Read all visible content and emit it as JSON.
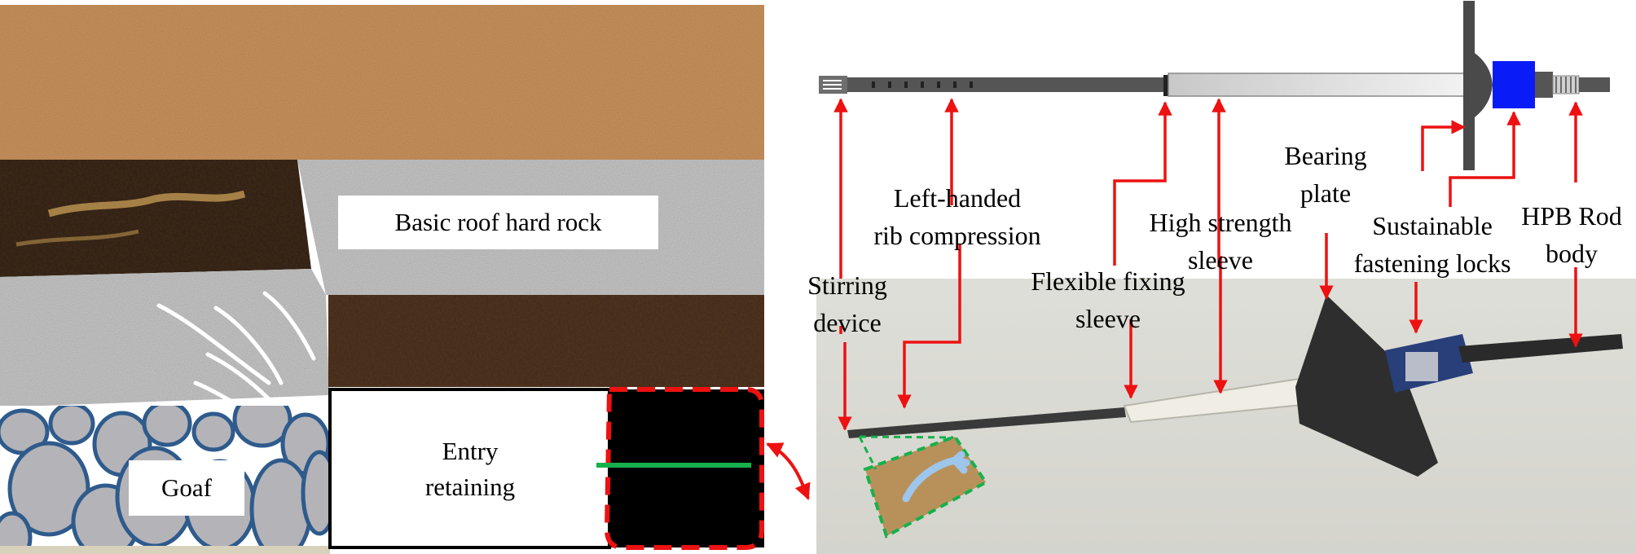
{
  "colors": {
    "overburden": "#c9925c",
    "coal_seam": "#3a2717",
    "roof_rock": "#c4c4c4",
    "immediate_roof": "#4e3320",
    "goaf_stone_fill": "#b4b4b8",
    "goaf_stone_edge": "#2e5a8c",
    "bolt_highlight": "#ee1111",
    "rod_line": "#16b14c",
    "arrow": "#ee1111",
    "nut_blue": "#0a1cf5",
    "photo_background": "#dcdcd6"
  },
  "left_panel": {
    "roof_label": "Basic roof hard rock",
    "goaf_label": "Goaf",
    "entry_label_line1": "Entry",
    "entry_label_line2": "retaining"
  },
  "right_panel": {
    "labels": {
      "stirring_line1": "Stirring",
      "stirring_line2": "device",
      "lefthanded_line1": "Left-handed",
      "lefthanded_line2": "rib compression",
      "flexible_line1": "Flexible fixing",
      "flexible_line2": "sleeve",
      "highstrength_line1": "High strength",
      "highstrength_line2": "sleeve",
      "bearing_line1": "Bearing",
      "bearing_line2": "plate",
      "fastening_line1": "Sustainable",
      "fastening_line2": "fastening locks",
      "hpb_line1": "HPB Rod",
      "hpb_line2": "body"
    }
  }
}
